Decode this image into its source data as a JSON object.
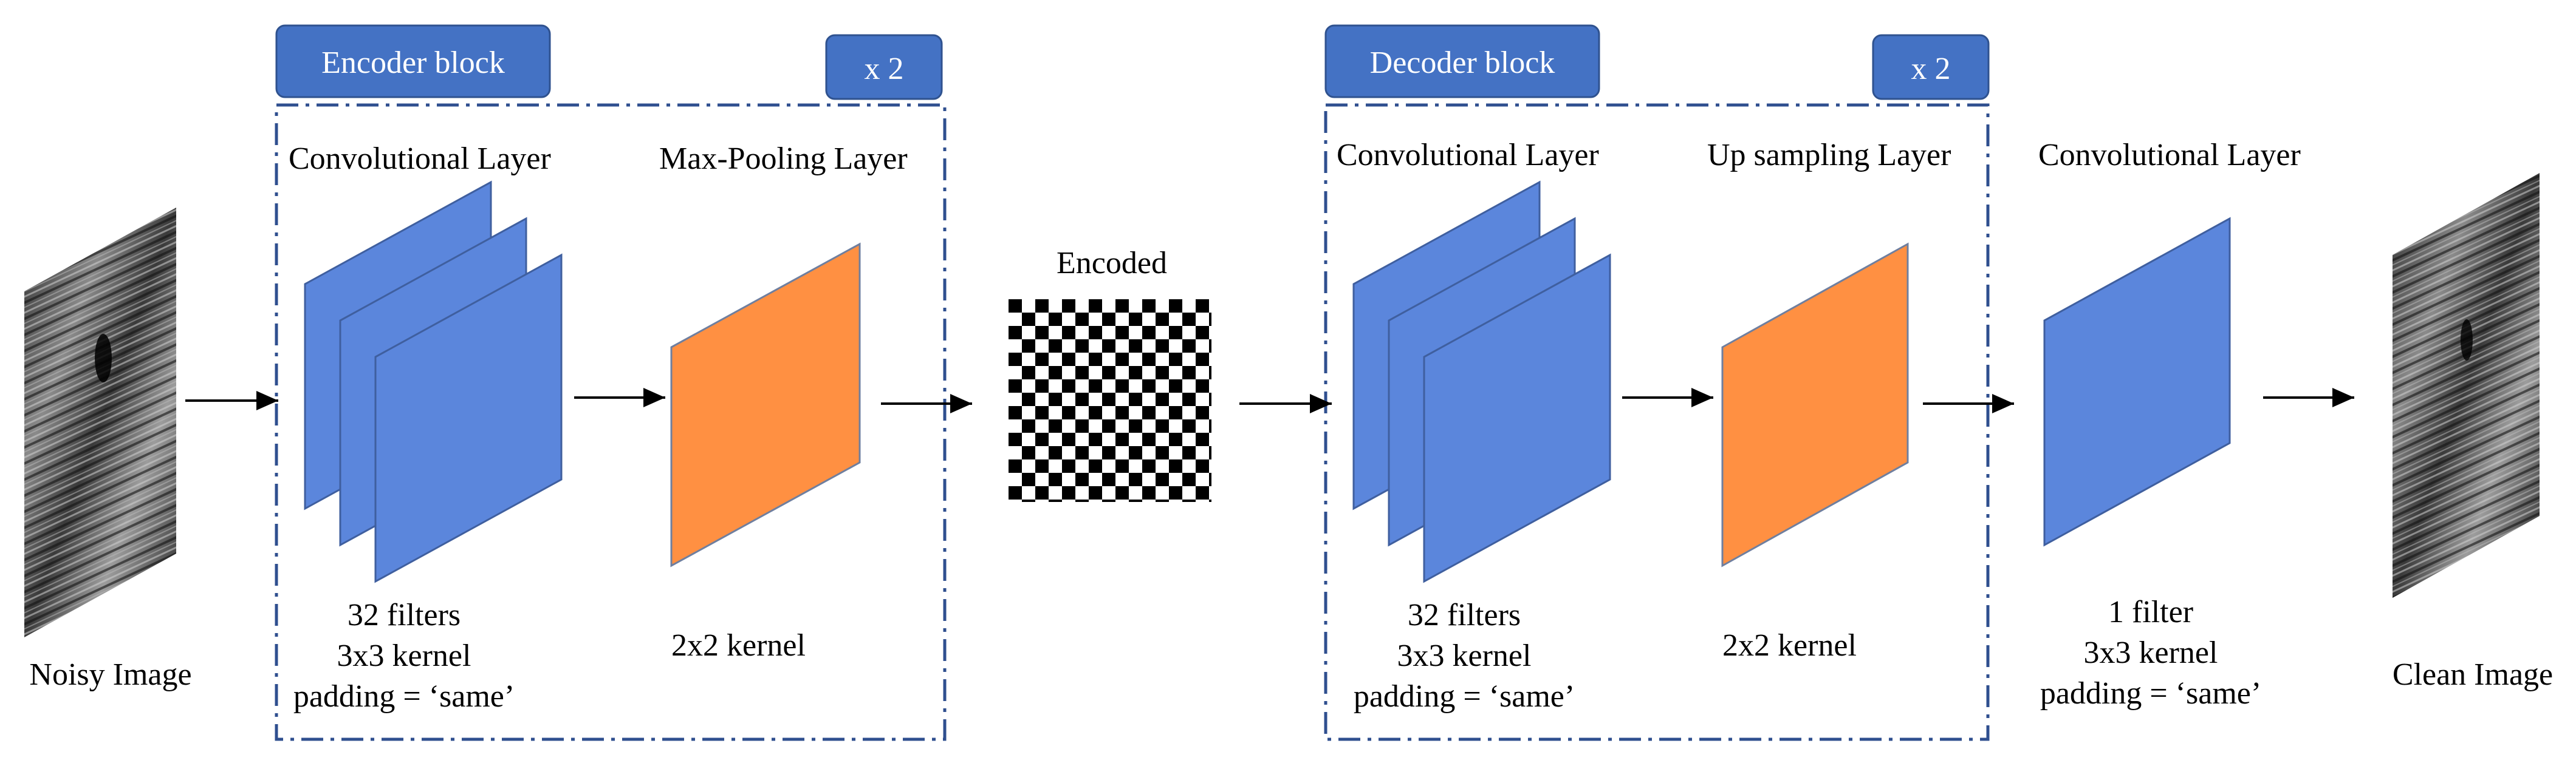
{
  "input": {
    "label": "Noisy Image"
  },
  "output": {
    "label": "Clean Image"
  },
  "encoder": {
    "title": "Encoder block",
    "repeat": "x 2",
    "conv": {
      "title": "Convolutional Layer",
      "filters": "32 filters",
      "kernel": "3x3 kernel",
      "padding": "padding = ‘same’"
    },
    "pool": {
      "title": "Max-Pooling Layer",
      "kernel": "2x2 kernel"
    }
  },
  "encoded": {
    "label": "Encoded"
  },
  "decoder": {
    "title": "Decoder block",
    "repeat": "x 2",
    "conv": {
      "title": "Convolutional Layer",
      "filters": "32 filters",
      "kernel": "3x3 kernel",
      "padding": "padding = ‘same’"
    },
    "upsample": {
      "title": "Up sampling Layer",
      "kernel": "2x2 kernel"
    }
  },
  "final_conv": {
    "title": "Convolutional Layer",
    "filters": "1 filter",
    "kernel": "3x3 kernel",
    "padding": "padding = ‘same’"
  },
  "colors": {
    "conv_blue": "#5B86DC",
    "pool_orange": "#FF9042",
    "block_blue": "#4472C4",
    "dash_border": "#2F4F8F",
    "edge": "#3F5F9F"
  }
}
